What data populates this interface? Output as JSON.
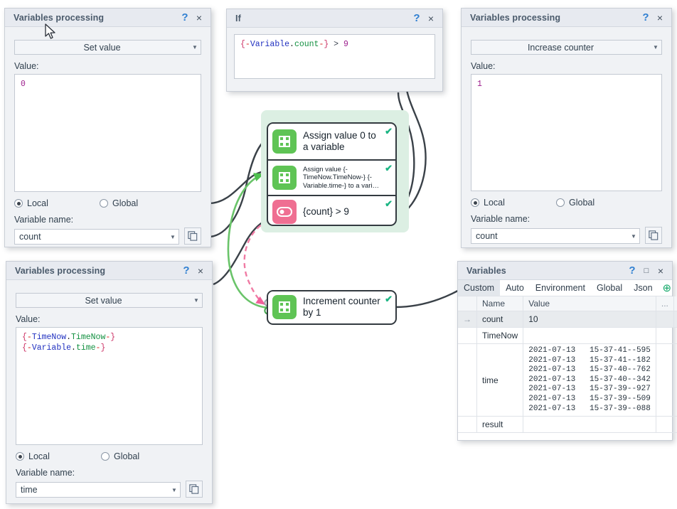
{
  "dialogs": {
    "set_value_count": {
      "title": "Variables processing",
      "help": "?",
      "close": "×",
      "action": "Set value",
      "value_label": "Value:",
      "value_code": "0",
      "scope_local": "Local",
      "scope_global": "Global",
      "scope_selected": "Local",
      "varname_label": "Variable name:",
      "varname": "count"
    },
    "if_dialog": {
      "title": "If",
      "help": "?",
      "close": "×",
      "code": {
        "open_brace": "{",
        "open_dash": "-",
        "module": "Variable",
        "dot": ".",
        "name": "count",
        "close_dash": "-",
        "close_brace": "}",
        "operator": ">",
        "number": "9"
      }
    },
    "increase_counter": {
      "title": "Variables processing",
      "help": "?",
      "close": "×",
      "action": "Increase counter",
      "value_label": "Value:",
      "value_code": "1",
      "scope_local": "Local",
      "scope_global": "Global",
      "scope_selected": "Local",
      "varname_label": "Variable name:",
      "varname": "count"
    },
    "set_value_time": {
      "title": "Variables processing",
      "help": "?",
      "close": "×",
      "action": "Set value",
      "value_label": "Value:",
      "line1": {
        "open_brace": "{",
        "open_dash": "-",
        "module": "TimeNow",
        "dot": ".",
        "name": "TimeNow",
        "close_dash": "-",
        "close_brace": "}"
      },
      "line2": {
        "open_brace": "{",
        "open_dash": "-",
        "module": "Variable",
        "dot": ".",
        "name": "time",
        "close_dash": "-",
        "close_brace": "}"
      },
      "scope_local": "Local",
      "scope_global": "Global",
      "scope_selected": "Local",
      "varname_label": "Variable name:",
      "varname": "time"
    },
    "variables": {
      "title": "Variables",
      "help": "?",
      "maximize": "□",
      "close": "×",
      "tabs": [
        "Custom",
        "Auto",
        "Environment",
        "Global",
        "Json"
      ],
      "active_tab": "Custom",
      "add_label": "⊕",
      "more_label": "▾",
      "columns": [
        "",
        "Name",
        "Value",
        "...",
        "...",
        ""
      ],
      "rows": [
        {
          "marker": "→",
          "name": "count",
          "value": "10",
          "selected": true
        },
        {
          "marker": "",
          "name": "TimeNow",
          "value": "",
          "selected": false
        },
        {
          "marker": "",
          "name": "time",
          "value": "2021-07-13   15-37-41--595\n2021-07-13   15-37-41--182\n2021-07-13   15-37-40--762\n2021-07-13   15-37-40--342\n2021-07-13   15-37-39--927\n2021-07-13   15-37-39--509\n2021-07-13   15-37-39--088",
          "selected": false
        },
        {
          "marker": "",
          "name": "result",
          "value": "",
          "selected": false
        }
      ]
    }
  },
  "flow": {
    "group_nodes": [
      {
        "icon": "grid-icon",
        "icon_color": "#5fc455",
        "label": "Assign value 0 to a variable",
        "size": "big",
        "check": "✔"
      },
      {
        "icon": "grid-icon",
        "icon_color": "#5fc455",
        "label": "Assign value {-TimeNow.TimeNow-} {-Variable.time-} to a vari…",
        "size": "small",
        "check": "✔"
      },
      {
        "icon": "toggle-icon",
        "icon_color": "#ef6f92",
        "label": "{count} > 9",
        "size": "big",
        "check": "✔"
      }
    ],
    "bottom_node": {
      "icon": "grid-icon",
      "icon_color": "#5fc455",
      "label": "Increment counter by 1",
      "check": "✔"
    }
  },
  "colors": {
    "accent_green": "#5fc455",
    "accent_pink": "#ef6f92",
    "group_bg": "#dcefe3",
    "check_green": "#1bb583",
    "link_dark": "#3a4148",
    "link_green": "#6ac46a",
    "link_pink": "#f07ba4",
    "title_bar": "#e7eaf0",
    "help_blue": "#2f7fd1"
  }
}
